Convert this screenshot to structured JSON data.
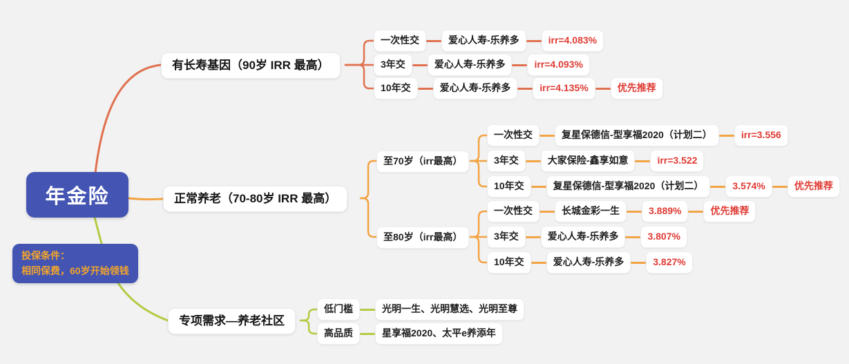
{
  "root": {
    "label": "年金险"
  },
  "note": {
    "line1": "投保条件：",
    "line2": "相同保费，60岁开始领钱"
  },
  "colors": {
    "background": "#f2f2f3",
    "root_bg": "#4354b2",
    "note_text": "#f3a52c",
    "branch1_line": "#e0714f",
    "branch2_line": "#f2a343",
    "branch3_line": "#b4cb42",
    "highlight_text": "#df3a33"
  },
  "branch1": {
    "label": "有长寿基因（90岁 IRR 最高）",
    "rows": [
      {
        "pay": "一次性交",
        "product": "爱心人寿-乐养多",
        "irr": "irr=4.083%"
      },
      {
        "pay": "3年交",
        "product": "爱心人寿-乐养多",
        "irr": "irr=4.093%"
      },
      {
        "pay": "10年交",
        "product": "爱心人寿-乐养多",
        "irr": "irr=4.135%",
        "tag": "优先推荐"
      }
    ]
  },
  "branch2": {
    "label": "正常养老（70-80岁 IRR 最高）",
    "group70": {
      "label": "至70岁（irr最高）",
      "rows": [
        {
          "pay": "一次性交",
          "product": "复星保德信-型享福2020（计划二）",
          "irr": "irr=3.556"
        },
        {
          "pay": "3年交",
          "product": "大家保险-鑫享如意",
          "irr": "irr=3.522"
        },
        {
          "pay": "10年交",
          "product": "复星保德信-型享福2020（计划二）",
          "irr": "3.574%",
          "tag": "优先推荐"
        }
      ]
    },
    "group80": {
      "label": "至80岁（irr最高）",
      "rows": [
        {
          "pay": "一次性交",
          "product": "长城金彩一生",
          "irr": "3.889%",
          "tag": "优先推荐"
        },
        {
          "pay": "3年交",
          "product": "爱心人寿-乐养多",
          "irr": "3.807%"
        },
        {
          "pay": "10年交",
          "product": "爱心人寿-乐养多",
          "irr": "3.827%"
        }
      ]
    }
  },
  "branch3": {
    "label": "专项需求—养老社区",
    "rows": [
      {
        "category": "低门槛",
        "products": "光明一生、光明慧选、光明至尊"
      },
      {
        "category": "高品质",
        "products": "星享福2020、太平e养添年"
      }
    ]
  }
}
